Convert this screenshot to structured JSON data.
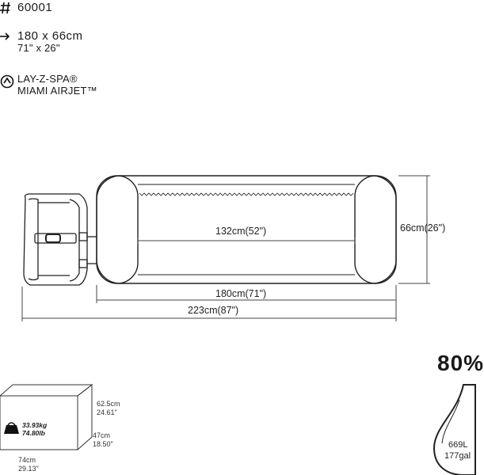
{
  "spec": {
    "model_number": "60001",
    "size_metric": "180 x 66cm",
    "size_imperial": "71\" x 26\"",
    "brand_line1": "LAY-Z-SPA®",
    "brand_line2": "MIAMI AIRJET™"
  },
  "dimensions": {
    "inner_length": "132cm(52\")",
    "height": "66cm(26\")",
    "outer_length": "180cm(71\")",
    "total_length": "223cm(87\")"
  },
  "package": {
    "height_metric": "62.5cm",
    "height_imperial": "24.61\"",
    "depth_metric": "47cm",
    "depth_imperial": "18.50\"",
    "width_metric": "74cm",
    "width_imperial": "29.13\"",
    "weight_metric": "33.93kg",
    "weight_imperial": "74.80lb"
  },
  "water": {
    "fill_percent": "80%",
    "volume_liters": "669L",
    "volume_gallons": "177gal"
  },
  "icons": [
    "hash-icon",
    "arrow-right-icon",
    "spa-brand-icon",
    "weight-bag-icon",
    "water-drop-icon"
  ]
}
